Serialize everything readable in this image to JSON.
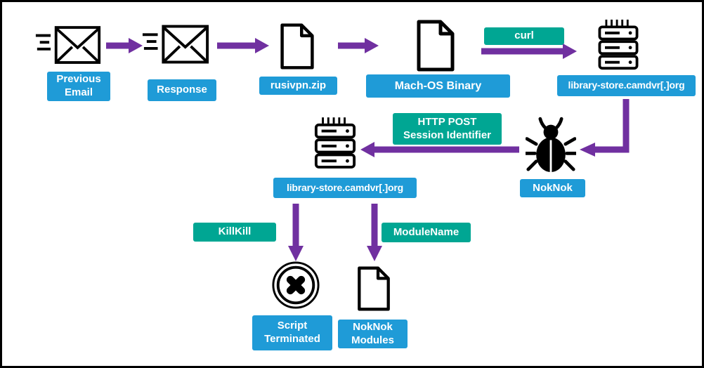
{
  "colors": {
    "background": "#FFFFFF",
    "border": "#000000",
    "node_label_bg": "#1F9BD7",
    "edge_label_bg": "#00A693",
    "arrow": "#7030A0",
    "icon": "#000000"
  },
  "nodes": {
    "previous_email": {
      "label": "Previous\nEmail",
      "icon": "email-icon"
    },
    "response": {
      "label": "Response",
      "icon": "email-icon"
    },
    "rusivpn_zip": {
      "label": "rusivpn.zip",
      "icon": "document-icon"
    },
    "mach_os_binary": {
      "label": "Mach-OS Binary",
      "icon": "document-icon"
    },
    "library_store_1": {
      "label": "library-store.camdvr[.]org",
      "icon": "server-icon"
    },
    "noknok": {
      "label": "NokNok",
      "icon": "bug-icon"
    },
    "library_store_2": {
      "label": "library-store.camdvr[.]org",
      "icon": "server-icon"
    },
    "script_terminated": {
      "label": "Script\nTerminated",
      "icon": "circle-x-icon"
    },
    "noknok_modules": {
      "label": "NokNok\nModules",
      "icon": "document-icon"
    }
  },
  "edges": {
    "curl": {
      "label": "curl"
    },
    "http_post": {
      "label": "HTTP POST\nSession Identifier"
    },
    "killkill": {
      "label": "KillKill"
    },
    "modulename": {
      "label": "ModuleName"
    }
  }
}
